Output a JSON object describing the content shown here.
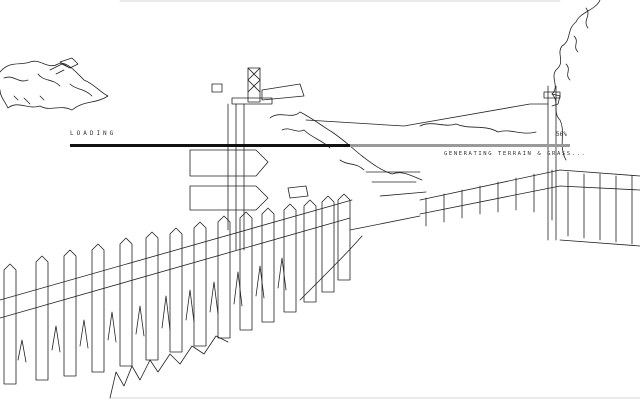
{
  "loader": {
    "label": "LOADING",
    "percent_text": "56%",
    "status": "GENERATING TERRAIN & GRASS...",
    "progress": 0.56
  },
  "colors": {
    "line": "#222222",
    "bar_fill": "#111111",
    "bar_track": "#9a9a9a",
    "background": "#ffffff"
  }
}
